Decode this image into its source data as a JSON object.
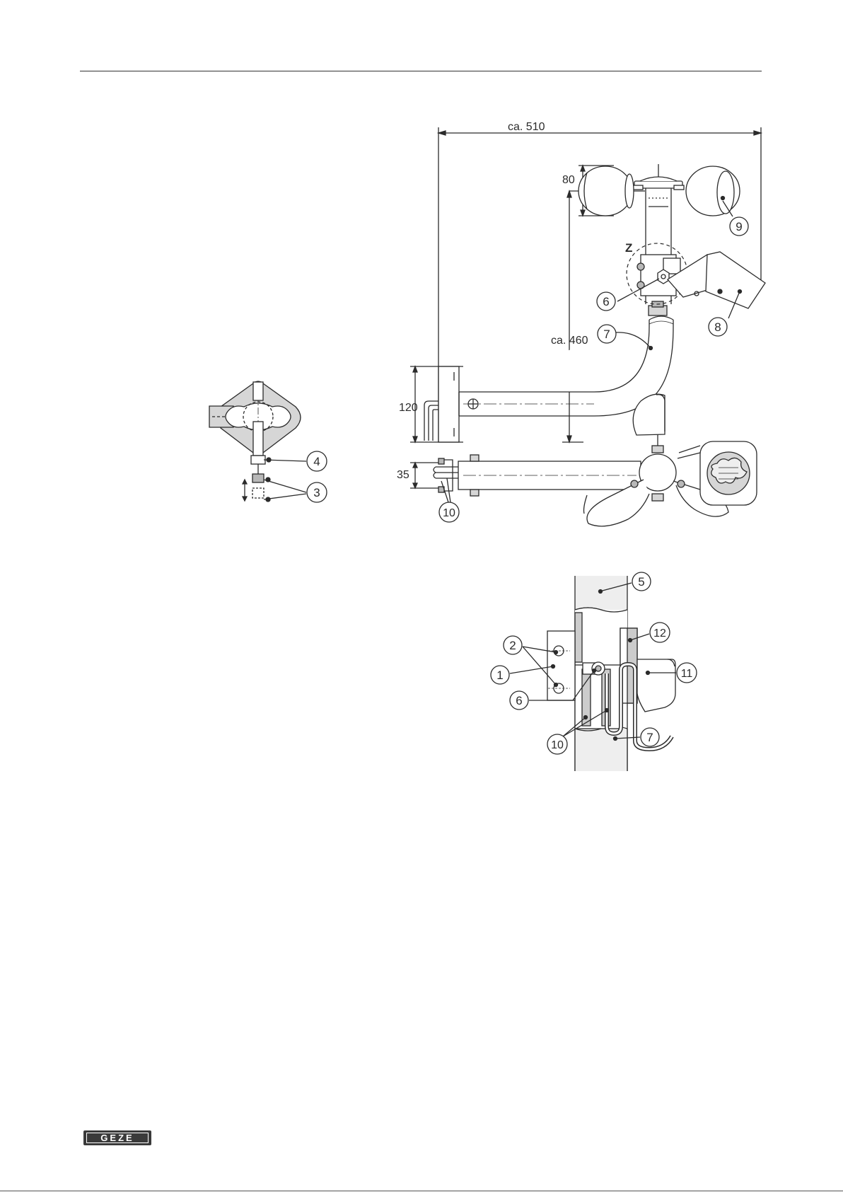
{
  "dimensions": {
    "width_total": "ca. 510",
    "height_total": "ca. 460",
    "cup_height": "80",
    "plate_height": "120",
    "tube_diameter": "35"
  },
  "detail_label": "Z",
  "callouts": {
    "c1": "1",
    "c2": "2",
    "c3": "3",
    "c4": "4",
    "c5": "5",
    "c6": "6",
    "c7": "7",
    "c8": "8",
    "c9": "9",
    "c10": "10",
    "c11": "11",
    "c12": "12"
  },
  "brand": {
    "logo_text": "GEZE"
  },
  "colors": {
    "line": "#2b2b2b",
    "fill_light": "#eeeeee",
    "fill_mid": "#d6d6d6",
    "fill_dark": "#b8b8b8"
  }
}
